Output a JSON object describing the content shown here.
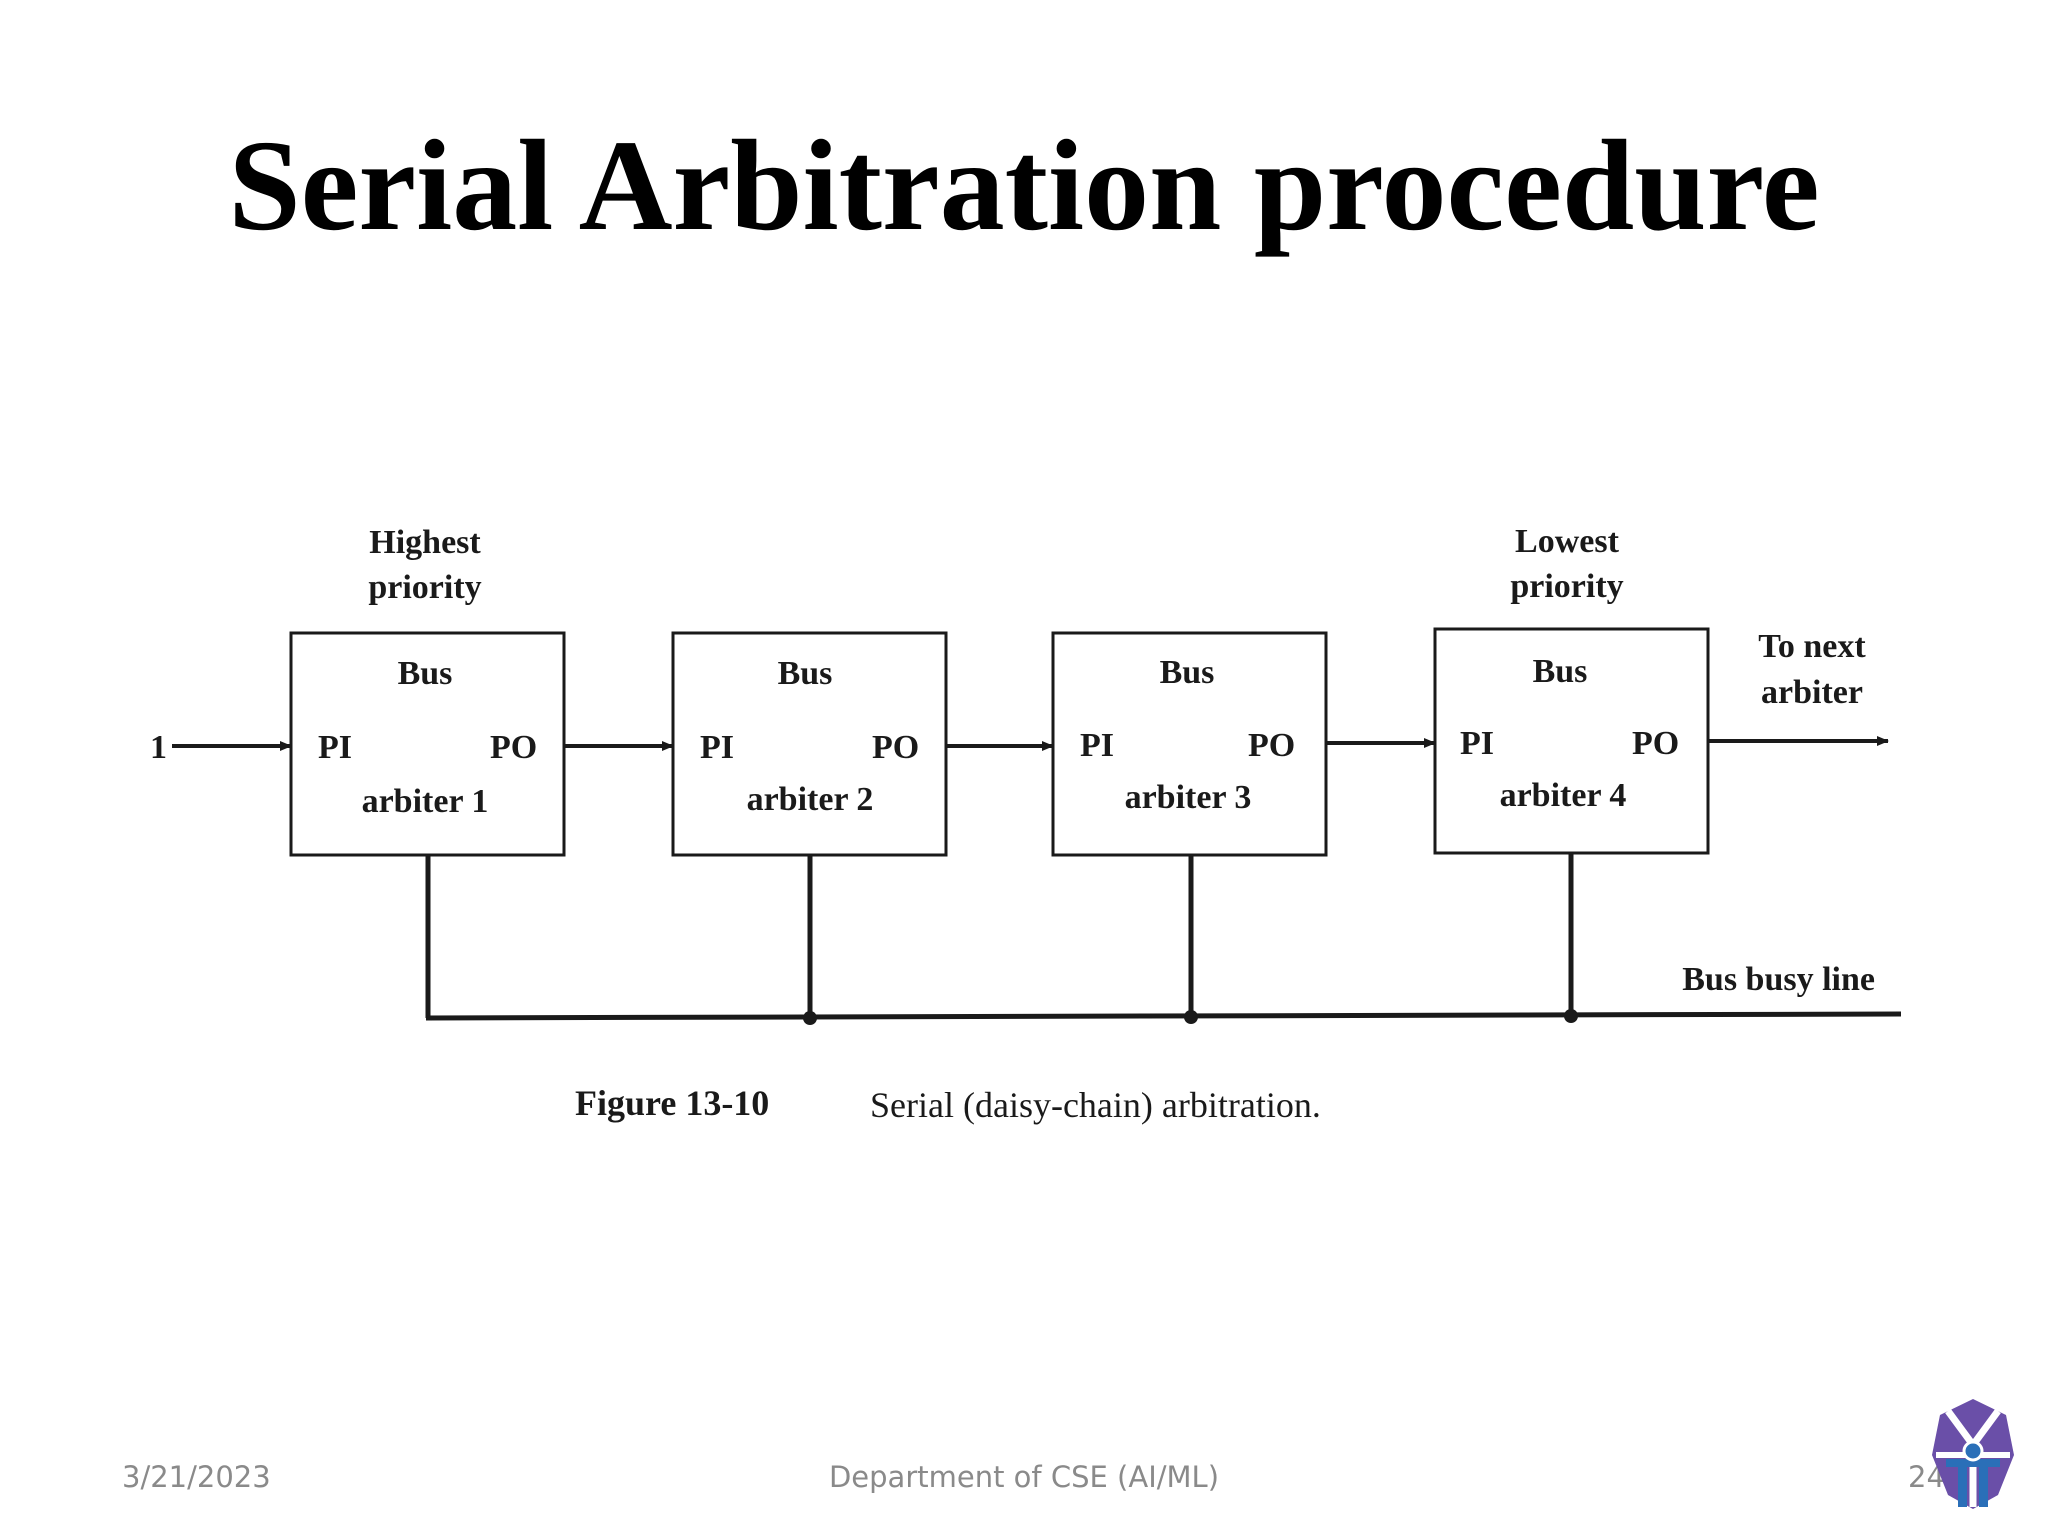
{
  "slide": {
    "title": "Serial Arbitration procedure",
    "footer": {
      "date": "3/21/2023",
      "department": "Department of CSE (AI/ML)",
      "page_number": "24"
    }
  },
  "diagram": {
    "input_value": "1",
    "highest_priority_label": [
      "Highest",
      "priority"
    ],
    "lowest_priority_label": [
      "Lowest",
      "priority"
    ],
    "to_next_label": [
      "To next",
      "arbiter"
    ],
    "bus_busy_label": "Bus busy line",
    "caption_number": "Figure 13-10",
    "caption_text": "Serial (daisy-chain) arbitration.",
    "arbiters": [
      {
        "bus": "Bus",
        "pi": "PI",
        "po": "PO",
        "name": "arbiter 1"
      },
      {
        "bus": "Bus",
        "pi": "PI",
        "po": "PO",
        "name": "arbiter 2"
      },
      {
        "bus": "Bus",
        "pi": "PI",
        "po": "PO",
        "name": "arbiter 3"
      },
      {
        "bus": "Bus",
        "pi": "PI",
        "po": "PO",
        "name": "arbiter 4"
      }
    ]
  },
  "colors": {
    "line": "#1a1a1a",
    "text": "#1a1a1a",
    "footer_text": "#8a8a8a",
    "logo_purple": "#6a4fa8",
    "logo_blue": "#2a6fb8"
  },
  "icons": {
    "logo": "university-logo-icon"
  }
}
